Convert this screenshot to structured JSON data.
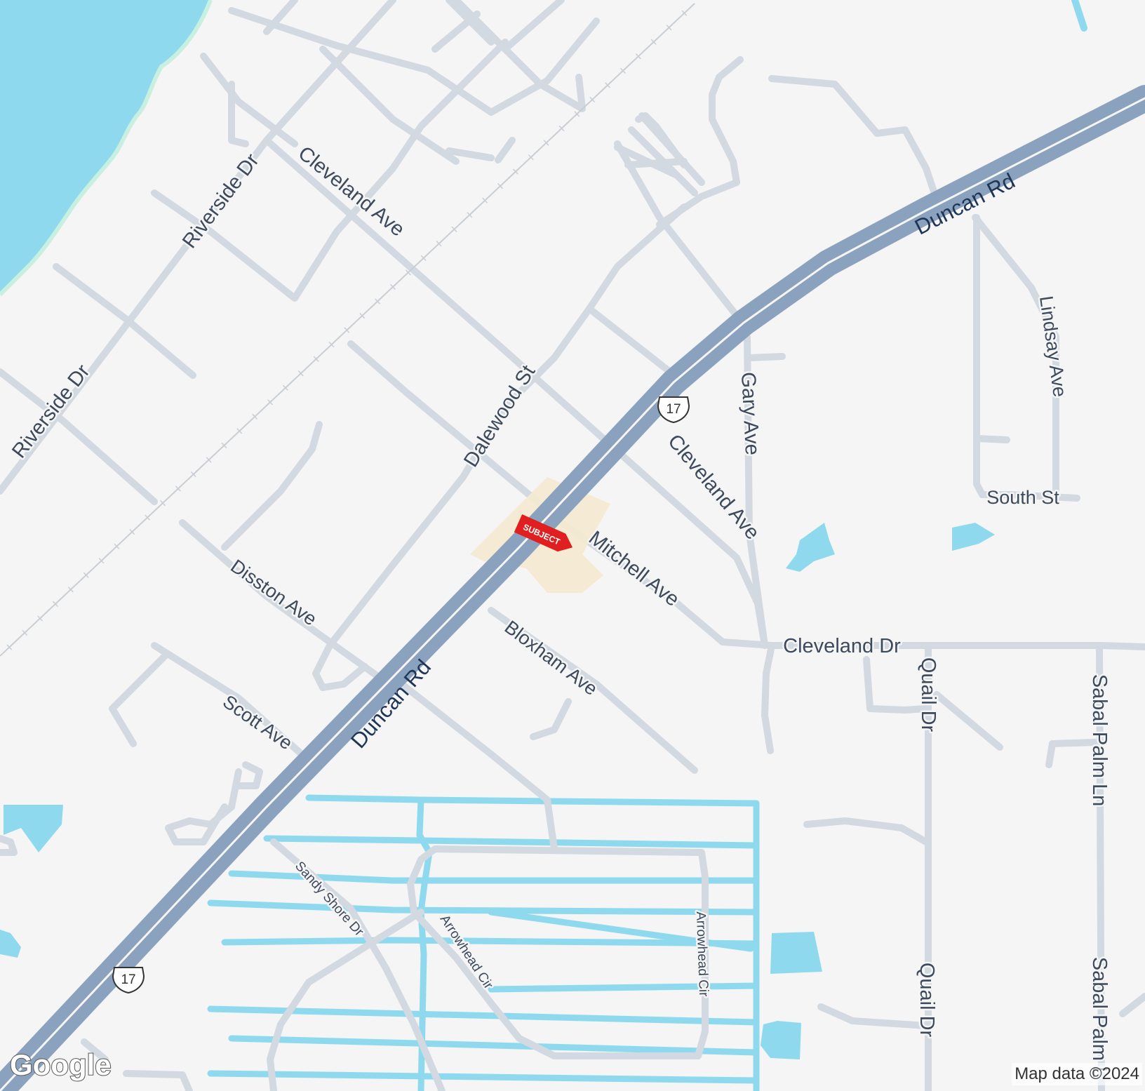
{
  "map": {
    "provider_logo": "Google",
    "attribution": "Map data ©2024",
    "subject_marker": "SUBJECT",
    "route_shield": "17",
    "colors": {
      "background": "#f5f5f5",
      "water": "#8fd9ef",
      "road": "#d2d9e1",
      "highway": "#8aa2be",
      "subject_parcel": "#f5ead0",
      "marker": "#e02020"
    },
    "labels": {
      "duncan_rd_ne": "Duncan Rd",
      "duncan_rd_sw": "Duncan Rd",
      "cleveland_ave_n": "Cleveland Ave",
      "cleveland_ave_e": "Cleveland Ave",
      "riverside_dr_n": "Riverside Dr",
      "riverside_dr_s": "Riverside Dr",
      "dalewood_st": "Dalewood St",
      "gary_ave": "Gary Ave",
      "lindsay_ave": "Lindsay Ave",
      "south_st": "South St",
      "mitchell_ave": "Mitchell Ave",
      "cleveland_dr": "Cleveland Dr",
      "disston_ave": "Disston Ave",
      "bloxham_ave": "Bloxham Ave",
      "scott_ave": "Scott Ave",
      "quail_dr_n": "Quail Dr",
      "quail_dr_s": "Quail Dr",
      "sabal_palm_ln_n": "Sabal Palm Ln",
      "sabal_palm_ln_s": "Sabal Palm L",
      "sandy_shore_dr": "Sandy Shore Dr",
      "arrowhead_cir_w": "Arrowhead Cir",
      "arrowhead_cir_e": "Arrowhead Cir"
    }
  }
}
